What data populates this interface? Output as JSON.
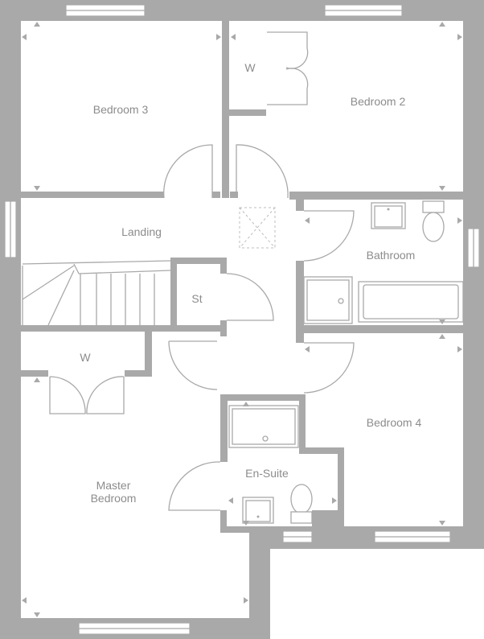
{
  "colors": {
    "wall": "#a9a9a9",
    "label": "#8c8c8c",
    "background": "#ffffff"
  },
  "rooms": {
    "bedroom3": "Bedroom 3",
    "bedroom2": "Bedroom 2",
    "wardrobe_top": "W",
    "landing": "Landing",
    "bathroom": "Bathroom",
    "store": "St",
    "wardrobe_master": "W",
    "bedroom4": "Bedroom 4",
    "ensuite": "En-Suite",
    "master_line1": "Master",
    "master_line2": "Bedroom"
  }
}
